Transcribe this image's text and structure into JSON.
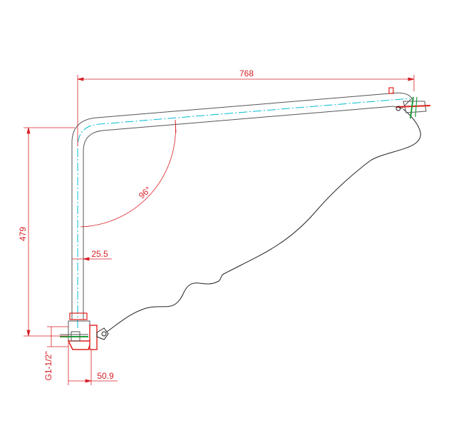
{
  "dimensions": {
    "width_label": "768",
    "height_label": "479",
    "angle_label": "96°",
    "offset_label": "25.5",
    "thread_label": "G1-1/2\"",
    "base_label": "50.9"
  },
  "colors": {
    "dimension": "#d81f26",
    "outline": "#555555",
    "centerline": "#00bcd4",
    "hose": "#222222",
    "fitting_red": "#e0201b",
    "fitting_green": "#1e9e3a"
  }
}
